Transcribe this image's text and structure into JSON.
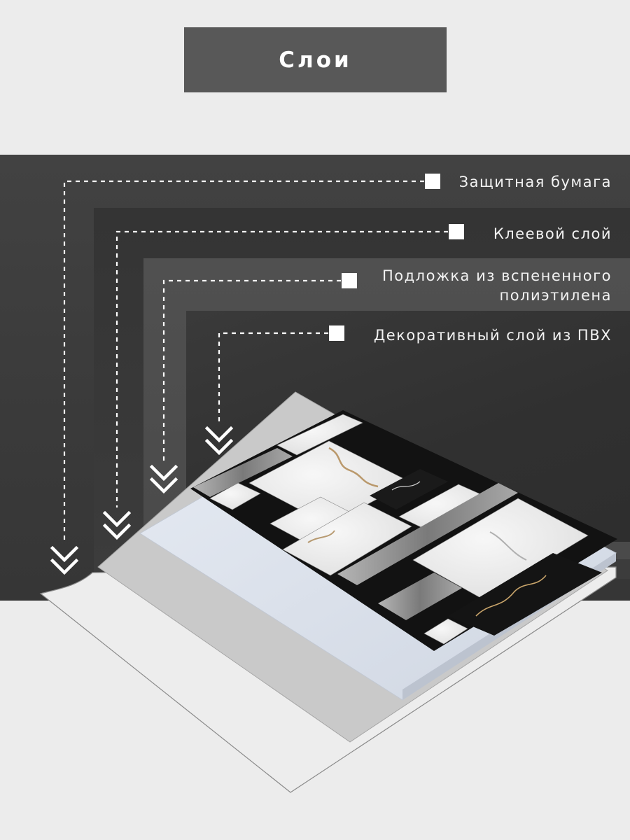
{
  "title": "Слои",
  "layers": [
    {
      "label": "Защитная бумага"
    },
    {
      "label": "Клеевой слой"
    },
    {
      "label": "Подложка из вспененного",
      "label_line2": "полиэтилена"
    },
    {
      "label": "Декоративный слой из ПВХ"
    }
  ],
  "colors": {
    "title_bg": "#585858",
    "band_bg": "#3c3c3c",
    "page_bg": "#ececec",
    "foam": "#d9dee8",
    "marble_white": "#eeeeee",
    "marble_black": "#141414",
    "marble_grey": "#9a9a9a"
  },
  "icons": [
    "chevron-down-double-icon",
    "square-marker-icon"
  ]
}
